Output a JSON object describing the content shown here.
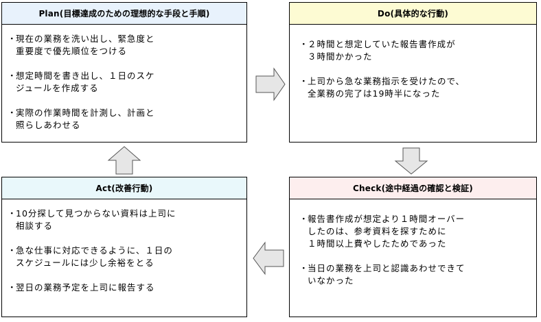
{
  "colors": {
    "plan_header": "#e8f2fc",
    "do_header": "#fdfbd3",
    "act_header": "#e9f8fb",
    "check_header": "#fdeeee",
    "arrow_fill": "#e6e6e6",
    "arrow_stroke": "#555555"
  },
  "plan": {
    "title": "Plan(目標達成のための理想的な手段と手順)",
    "items": [
      "現在の業務を洗い出し、緊急度と\n重要度で優先順位をつける",
      "想定時間を書き出し、１日のスケ\nジュールを作成する",
      "実際の作業時間を計測し、計画と\n照らしあわせる"
    ]
  },
  "do": {
    "title": "Do(具体的な行動)",
    "items": [
      "２時間と想定していた報告書作成が\n３時間かかった",
      "上司から急な業務指示を受けたので、\n全業務の完了は19時半になった"
    ]
  },
  "act": {
    "title": "Act(改善行動)",
    "items": [
      "10分探して見つからない資料は上司に\n相談する",
      "急な仕事に対応できるように、１日の\nスケジュールには少し余裕をとる",
      "翌日の業務予定を上司に報告する"
    ]
  },
  "check": {
    "title": "Check(途中経過の確認と検証)",
    "items": [
      "報告書作成が想定より１時間オーバー\nしたのは、参考資料を探すために\n１時間以上費やしたためであった",
      "当日の業務を上司と認識あわせできて\nいなかった"
    ]
  },
  "bullet": "・",
  "arrow_icons": [
    "arrow-right-icon",
    "arrow-down-icon",
    "arrow-left-icon",
    "arrow-up-icon"
  ]
}
